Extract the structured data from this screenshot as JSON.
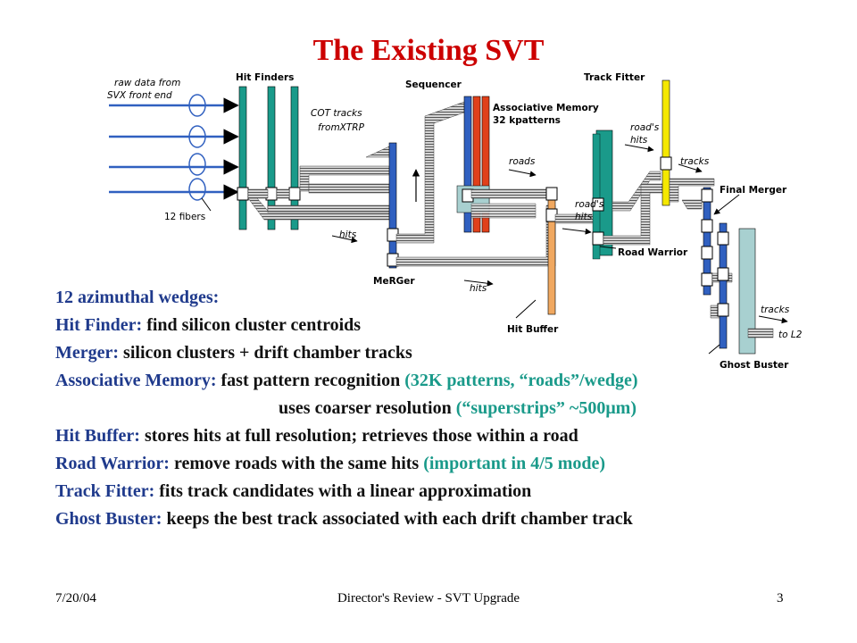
{
  "title": "The Existing SVT",
  "diagram": {
    "labels": {
      "raw_data_1": "raw data from",
      "raw_data_2": "SVX front end",
      "fibers": "12 fibers",
      "hit_finders": "Hit Finders",
      "cot_1": "COT tracks",
      "cot_2": "fromXTRP",
      "hits_a": "hits",
      "merger": "MeRGer",
      "hits_b": "hits",
      "sequencer": "Sequencer",
      "am_1": "Associative Memory",
      "am_2": "32 kpatterns",
      "roads": "roads",
      "roads_hits_1_a": "road's",
      "roads_hits_1_b": "hits",
      "hit_buffer": "Hit Buffer",
      "track_fitter": "Track Fitter",
      "roads_hits_2_a": "road's",
      "roads_hits_2_b": "hits",
      "road_warrior": "Road Warrior",
      "tracks_a": "tracks",
      "final_merger": "Final Merger",
      "tracks_b": "tracks",
      "to_l2": "to L2",
      "ghost_buster": "Ghost Buster"
    }
  },
  "description": [
    [
      {
        "text": "12 azimuthal wedges:",
        "cls": "t"
      }
    ],
    [
      {
        "text": "Hit Finder:  ",
        "cls": "t"
      },
      {
        "text": "find silicon cluster centroids",
        "cls": "c"
      }
    ],
    [
      {
        "text": "Merger:  ",
        "cls": "t"
      },
      {
        "text": "silicon clusters + drift chamber tracks",
        "cls": "c"
      }
    ],
    [
      {
        "text": "Associative Memory:  ",
        "cls": "t"
      },
      {
        "text": "fast pattern recognition ",
        "cls": "c"
      },
      {
        "text": "(32K patterns, “roads”/wedge)",
        "cls": "g"
      }
    ],
    [
      {
        "text": "uses coarser resolution ",
        "cls": "c"
      },
      {
        "text": "(“superstrips” ~500μm)",
        "cls": "g"
      }
    ],
    [
      {
        "text": "Hit Buffer:  ",
        "cls": "t"
      },
      {
        "text": "stores hits at full resolution; retrieves those within a road",
        "cls": "c"
      }
    ],
    [
      {
        "text": "Road Warrior:  ",
        "cls": "t"
      },
      {
        "text": "remove roads with the same hits ",
        "cls": "c"
      },
      {
        "text": "(important in 4/5 mode)",
        "cls": "g"
      }
    ],
    [
      {
        "text": "Track Fitter:  ",
        "cls": "t"
      },
      {
        "text": "fits track candidates with a linear approximation",
        "cls": "c"
      }
    ],
    [
      {
        "text": "Ghost Buster:  ",
        "cls": "t"
      },
      {
        "text": "keeps the best track associated with each drift chamber track",
        "cls": "c"
      }
    ]
  ],
  "footer": {
    "date": "7/20/04",
    "center": "Director's Review - SVT Upgrade",
    "page": "3"
  },
  "colors": {
    "title": "#cc0000",
    "term": "#1f3a8c",
    "note": "#1a9a8a",
    "board_teal": "#1a9a8a",
    "board_red": "#e0401a",
    "board_yellow": "#f5e800",
    "board_blue": "#3060c0",
    "hit_buffer_orange": "#f0a860",
    "cable_gray": "#9a9a9a"
  }
}
